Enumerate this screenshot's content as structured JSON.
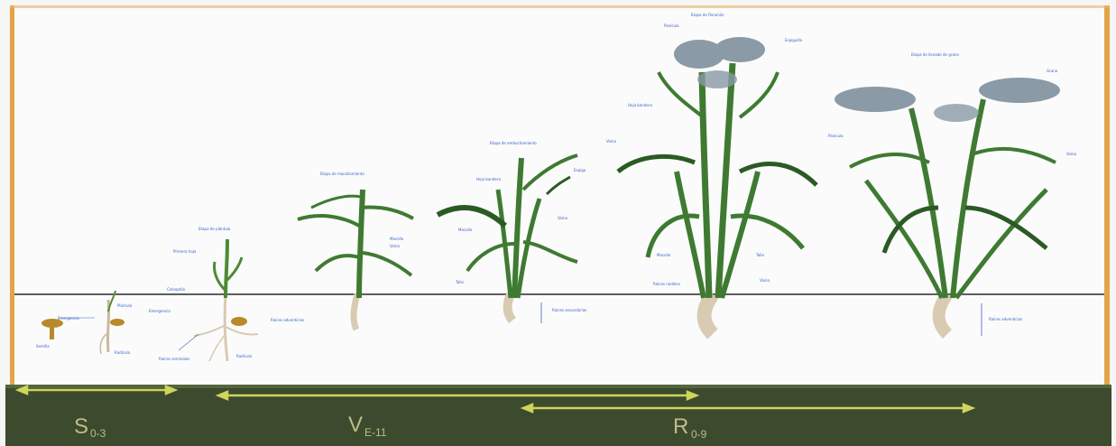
{
  "colors": {
    "frame": "#e3a54a",
    "band": "#3c4a2e",
    "arrow": "#cfd45a",
    "stageText": "#bdbd88",
    "leaf": "#3f7a32",
    "leafDark": "#2b5a24",
    "root": "#d7c7b2",
    "seed": "#b98a2a",
    "panicle": "#8a9aa6",
    "label": "#3a63c6"
  },
  "stages": {
    "s": {
      "main": "S",
      "sub": "0-3"
    },
    "v": {
      "main": "V",
      "sub": "E-11"
    },
    "r": {
      "main": "R",
      "sub": "0-9"
    }
  },
  "labels": {
    "plant3_title": "Etapa de plántula",
    "plant4_title": "Etapa de macollamiento",
    "plant5_title": "Etapa de embuchamiento",
    "plant6_title": "Etapa de floración",
    "plant7_title": "Etapa de llenado de grano",
    "emergencia": "Emergencia",
    "semilla": "Semilla",
    "radicula": "Radícula",
    "plumula": "Plúmula",
    "primera_hoja": "Primera hoja",
    "coleoptilo": "Coleoptilo",
    "raices": "Raíces seminales",
    "raices_adv": "Raíces adventicias",
    "hoja_bandera": "Hoja bandera",
    "espiga": "Espiga",
    "vaina": "Vaina",
    "macollo": "Macollo",
    "panicula": "Panícula",
    "grano": "Grano",
    "tallo": "Tallo",
    "espiguilla": "Espiguilla",
    "raices_secundarias": "Raíces secundarias",
    "raices_nodales": "Raíces nodales"
  }
}
